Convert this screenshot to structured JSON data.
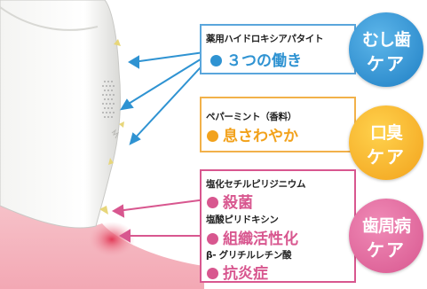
{
  "sections": {
    "whitening": {
      "ingredient": "薬用ハイドロキシアパタイト",
      "benefit": "３つの働き",
      "badge_line1": "むし歯",
      "badge_line2": "ケア",
      "color": "#2f93d2"
    },
    "breath": {
      "ingredient": "ペパーミント（香料）",
      "benefit": "息さわやか",
      "badge_line1": "口臭",
      "badge_line2": "ケア",
      "color": "#f2a21c"
    },
    "gum": {
      "items": [
        {
          "ingredient": "塩化セチルピリジニウム",
          "benefit": "殺菌"
        },
        {
          "ingredient": "塩酸ピリドキシン",
          "benefit": "組織活性化"
        },
        {
          "ingredient": "β- グリチルレチン酸",
          "benefit": "抗炎症"
        }
      ],
      "badge_line1": "歯周病",
      "badge_line2": "ケア",
      "color": "#d8578f"
    }
  }
}
